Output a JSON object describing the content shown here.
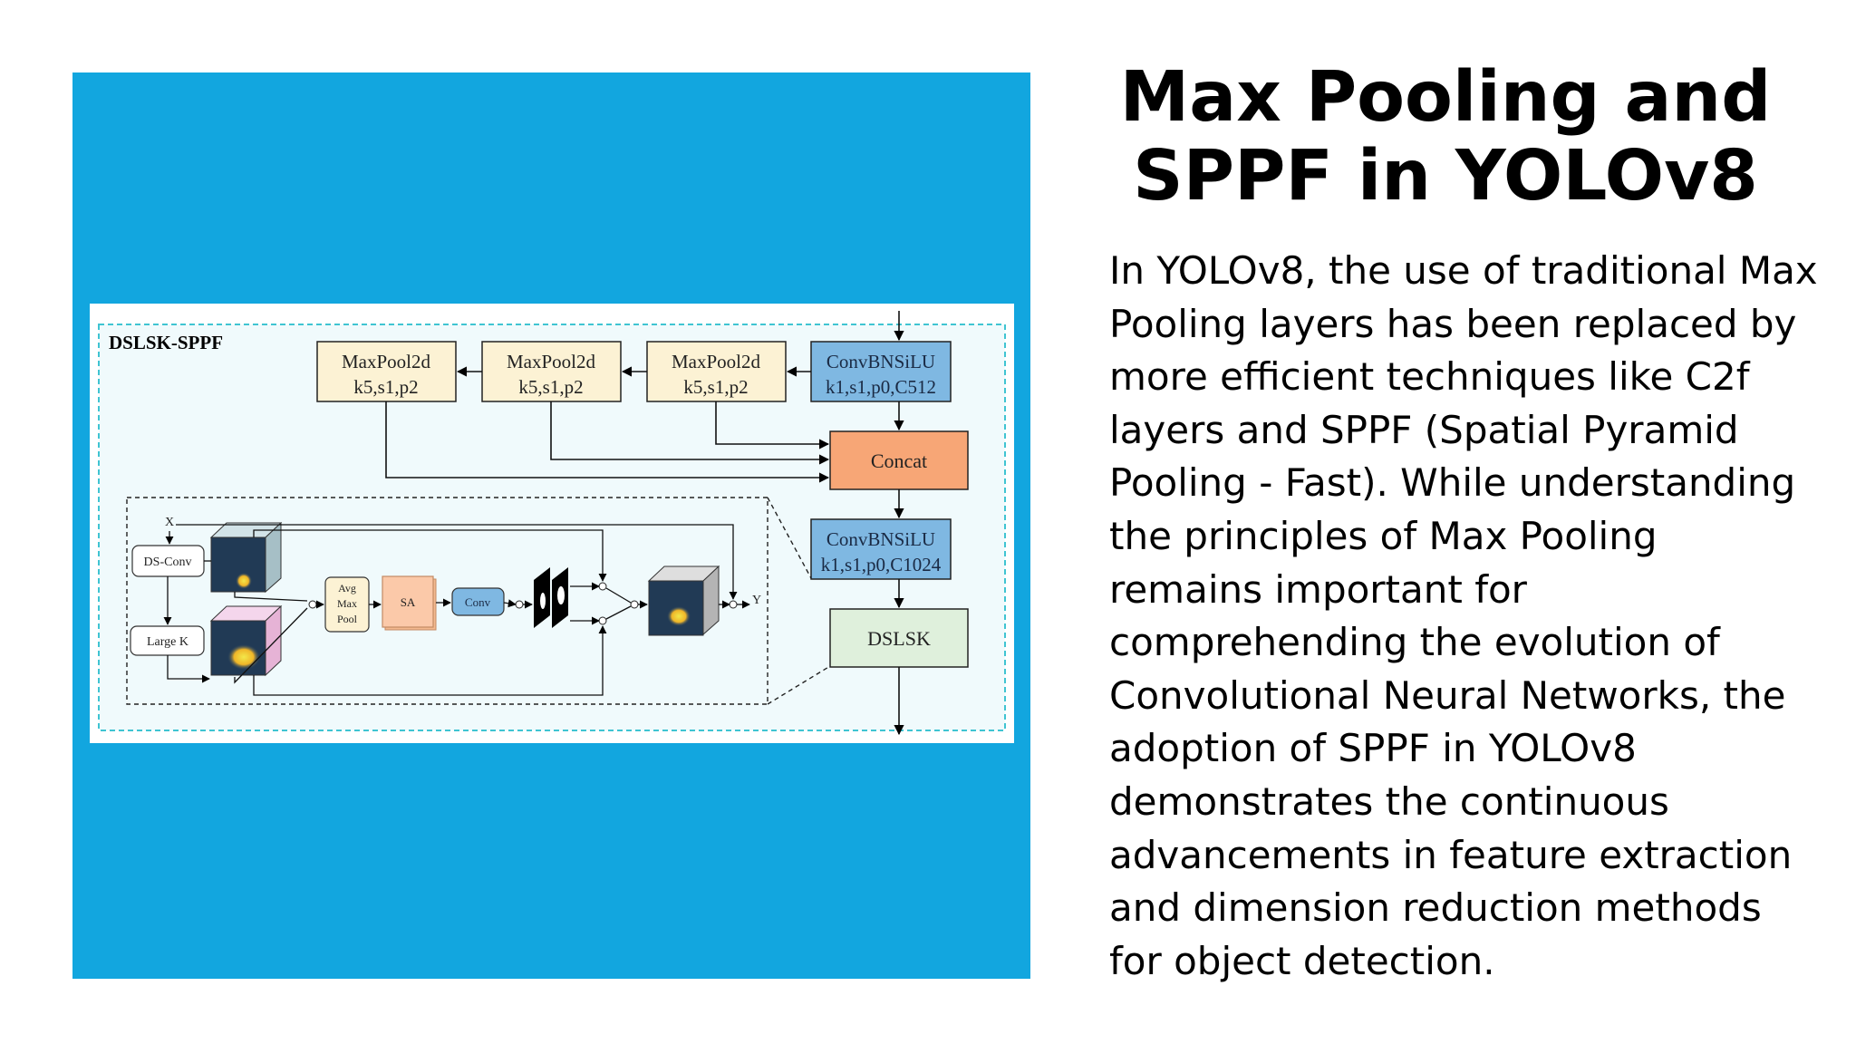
{
  "slide": {
    "title_lines": [
      "Max Pooling and",
      "SPPF in YOLOv8"
    ],
    "body_lines": [
      "In YOLOv8, the use of traditional Max",
      "Pooling layers has been replaced by",
      "more efficient techniques like C2f",
      "layers and SPPF (Spatial Pyramid",
      "Pooling - Fast). While understanding",
      "the principles of Max Pooling",
      "remains important for",
      "comprehending the evolution of",
      "Convolutional Neural Networks, the",
      "adoption of SPPF in YOLOv8",
      "demonstrates the continuous",
      "advancements in feature extraction",
      "and dimension reduction methods",
      "for object detection."
    ],
    "colors": {
      "panel": "#12a6df",
      "figure_bg": "#ffffff",
      "diagram_area": "#f0fafc",
      "dashed_border": "#3fc4d2",
      "maxpool_fill": "#fcf2d4",
      "conv_fill": "#7fb8e2",
      "concat_fill": "#f7a676",
      "dslsk_fill": "#dff0dc",
      "sa_fill": "#fbc9a9"
    }
  },
  "diagram": {
    "title": "DSLSK-SPPF",
    "maxpool_1": {
      "line1": "MaxPool2d",
      "line2": "k5,s1,p2"
    },
    "maxpool_2": {
      "line1": "MaxPool2d",
      "line2": "k5,s1,p2"
    },
    "maxpool_3": {
      "line1": "MaxPool2d",
      "line2": "k5,s1,p2"
    },
    "conv_top": {
      "line1": "ConvBNSiLU",
      "line2": "k1,s1,p0,C512"
    },
    "concat": "Concat",
    "conv_bottom": {
      "line1": "ConvBNSiLU",
      "line2": "k1,s1,p0,C1024"
    },
    "dslsk": "DSLSK",
    "inset": {
      "x_label": "X",
      "y_label": "Y",
      "ds_conv": "DS-Conv",
      "large_k": "Large  K",
      "pool": {
        "line1": "Avg",
        "line2": "Max",
        "line3": "Pool"
      },
      "sa": "SA",
      "conv": "Conv"
    }
  }
}
